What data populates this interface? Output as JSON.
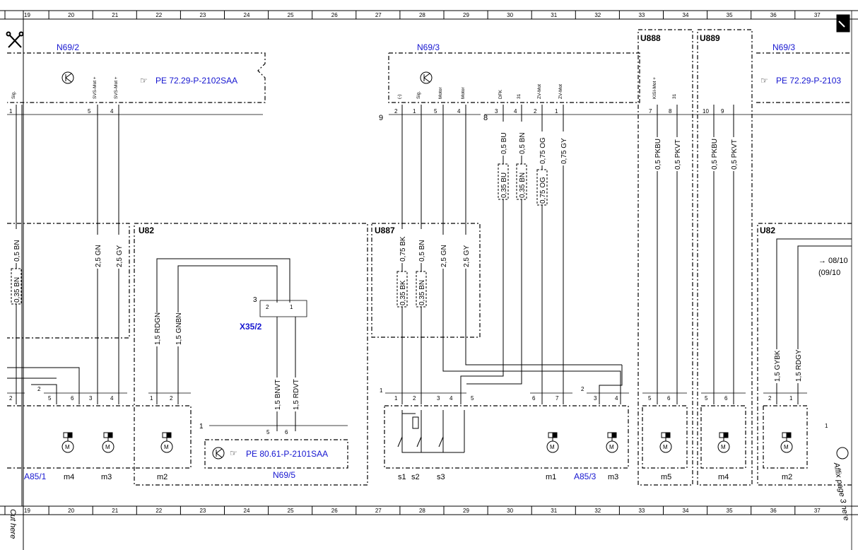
{
  "ruler_numbers": [
    "19",
    "20",
    "21",
    "22",
    "23",
    "24",
    "25",
    "26",
    "27",
    "28",
    "29",
    "30",
    "31",
    "32",
    "33",
    "34",
    "35",
    "36",
    "37"
  ],
  "header_icons": {
    "cut_icon": "scissors-icon",
    "corner_icon": "page-corner-icon"
  },
  "colors": {
    "component_label": "#1515d0",
    "line": "#000000"
  },
  "components": {
    "n69_2": {
      "label": "N69/2",
      "ref": "PE 72.29-P-2102SAA"
    },
    "n69_3_left": {
      "label": "N69/3"
    },
    "n69_3_right": {
      "label": "N69/3",
      "ref": "PE 72.29-P-2103"
    },
    "u888": {
      "label": "U888"
    },
    "u889": {
      "label": "U889"
    },
    "u82_left": {
      "label": "U82"
    },
    "u887": {
      "label": "U887"
    },
    "u82_right": {
      "label": "U82",
      "note_line1": "→ 08/10",
      "note_line2": "(09/10"
    },
    "x35_2": {
      "label": "X35/2",
      "pin_count": "3",
      "pin_a": "2",
      "pin_b": "1"
    },
    "n69_5": {
      "label": "N69/5",
      "ref": "PE 80.61-P-2101SAA",
      "connector": "1",
      "pin_a": "5",
      "pin_b": "6"
    },
    "a85_1": {
      "label": "A85/1"
    },
    "a85_3": {
      "label": "A85/3"
    }
  },
  "connector_labels": {
    "n69_2": [
      "Sig.",
      "SVS-Mot +",
      "SVS-Mot +"
    ],
    "n69_3": [
      "(-)",
      "Sig.",
      "Motor",
      "Motor",
      "DFK",
      "31",
      "ZV-Mot",
      "ZV-Mot"
    ],
    "u888": [
      "KISI-Mot +",
      "31"
    ]
  },
  "top_pins": {
    "n69_2": [
      "1",
      "5",
      "4"
    ],
    "n69_3": [
      "9",
      "2",
      "1",
      "5",
      "4",
      "8",
      "3",
      "4",
      "2",
      "1"
    ],
    "u888": [
      "7",
      "8"
    ],
    "u889": [
      "10",
      "9"
    ]
  },
  "wires": {
    "w1": [
      "0,5 BN",
      "0,35 BN"
    ],
    "w2": [
      "2,5 GN"
    ],
    "w3": [
      "2,5 GY"
    ],
    "w4": [
      "1,5 RDGN"
    ],
    "w5": [
      "1,5 GNBN"
    ],
    "w6": [
      "1,5 BNVT"
    ],
    "w7": [
      "1,5 RDVT"
    ],
    "w8": [
      "0,75 BK",
      "0,35 BK"
    ],
    "w9": [
      "0,5 BN",
      "0,35 BN"
    ],
    "w10": [
      "2,5 GN"
    ],
    "w11": [
      "2,5 GY"
    ],
    "w12": [
      "0,5 BU",
      "0,35 BU"
    ],
    "w13": [
      "0,5 BN",
      "0,35 BN"
    ],
    "w14": [
      "0,75 OG",
      "0,75 OG"
    ],
    "w15": [
      "0,75 GY"
    ],
    "w16": [
      "0,5 PKBU"
    ],
    "w17": [
      "0,5 PKVT"
    ],
    "w18": [
      "0,5 PKBU"
    ],
    "w19": [
      "0,5 PKVT"
    ],
    "w20": [
      "1,5 GYBK"
    ],
    "w21": [
      "1,5 RDGY"
    ]
  },
  "bottom_pins": {
    "a85_1": [
      "2",
      "2",
      "5",
      "6",
      "3",
      "4",
      "1",
      "2"
    ],
    "a85_3": [
      "1",
      "1",
      "2",
      "3",
      "4",
      "5",
      "6",
      "7",
      "2",
      "3",
      "4"
    ],
    "u888": [
      "5",
      "6"
    ],
    "u889": [
      "5",
      "6"
    ],
    "u82_right": [
      "2",
      "1",
      "1"
    ]
  },
  "motors": {
    "m4_left": "m4",
    "m3_left": "m3",
    "m2_left": "m2",
    "s1": "s1",
    "s2": "s2",
    "s3": "s3",
    "m1": "m1",
    "m3_right": "m3",
    "m5": "m5",
    "m4_right": "m4",
    "m2_right": "m2"
  },
  "footer": {
    "cut_here": "Cut here",
    "affix_page": "Affix page 3 here"
  }
}
